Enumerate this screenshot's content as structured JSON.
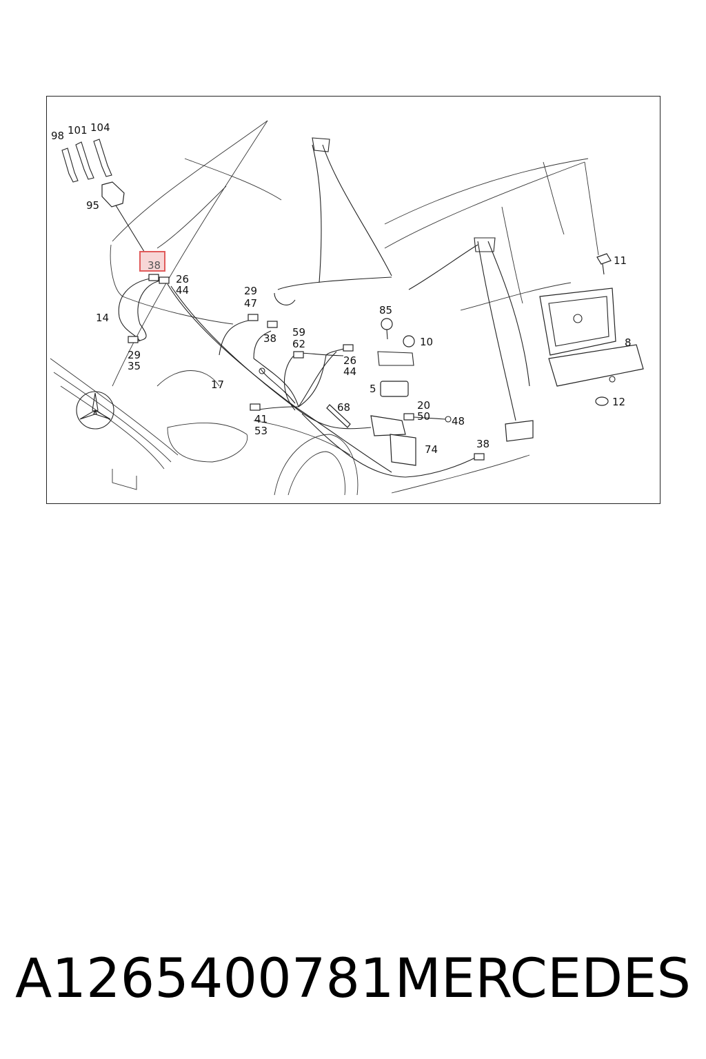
{
  "diagram": {
    "callouts": {
      "c98": "98",
      "c101": "101",
      "c104": "104",
      "c95": "95",
      "c38_highlight": "38",
      "c26_a": "26",
      "c44_a": "44",
      "c14": "14",
      "c29_a": "29",
      "c35": "35",
      "c29_b": "29",
      "c47": "47",
      "c38_a": "38",
      "c59": "59",
      "c62": "62",
      "c26_b": "26",
      "c44_b": "44",
      "c17": "17",
      "c85": "85",
      "c10": "10",
      "c5": "5",
      "c20": "20",
      "c50": "50",
      "c48": "48",
      "c68": "68",
      "c41": "41",
      "c53": "53",
      "c74": "74",
      "c38_b": "38",
      "c11": "11",
      "c8": "8",
      "c12": "12"
    },
    "highlight_color": "#e05a5a"
  },
  "footer": {
    "part_number": "A1265400781",
    "brand": "MERCEDES"
  }
}
